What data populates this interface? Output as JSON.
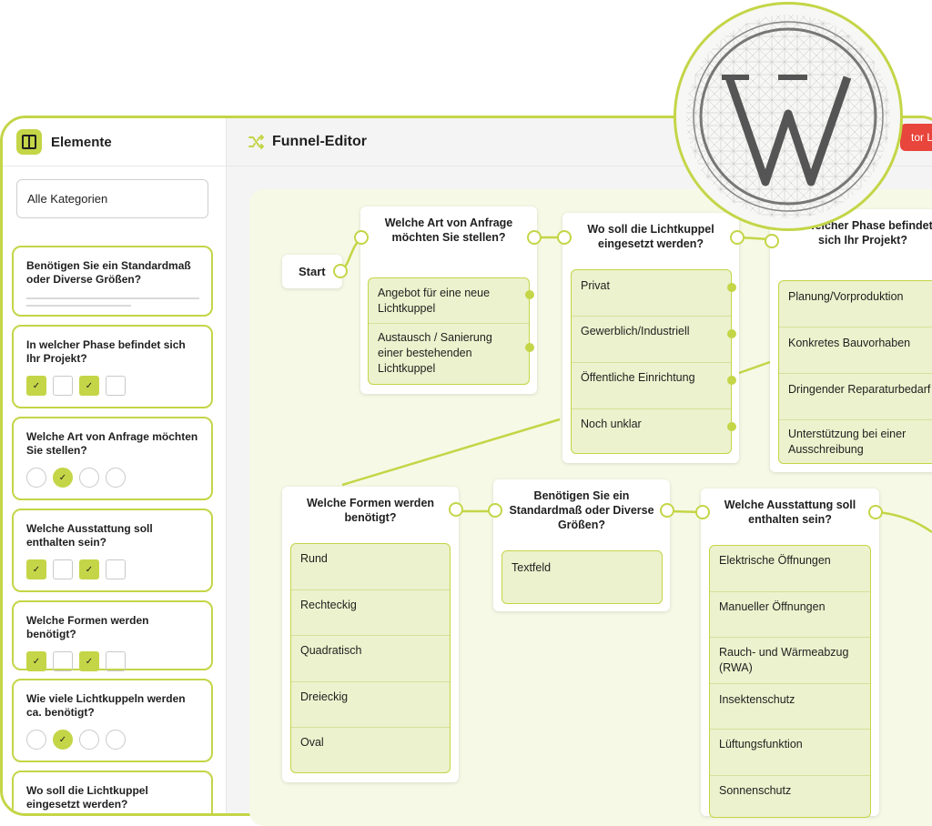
{
  "sidebar": {
    "title": "Elemente",
    "category_select": "Alle Kategorien",
    "cards": [
      {
        "title": "Benötigen Sie ein Standardmaß oder Diverse Größen?",
        "type": "text"
      },
      {
        "title": "In welcher Phase befindet sich Ihr Projekt?",
        "type": "checkbox",
        "checked": [
          true,
          false,
          true,
          false
        ]
      },
      {
        "title": "Welche Art von Anfrage möchten Sie stellen?",
        "type": "radio",
        "checked": [
          false,
          true,
          false,
          false
        ]
      },
      {
        "title": "Welche Ausstattung soll enthalten sein?",
        "type": "checkbox",
        "checked": [
          true,
          false,
          true,
          false
        ]
      },
      {
        "title": "Welche Formen werden benötigt?",
        "type": "checkbox",
        "checked": [
          true,
          false,
          true,
          false
        ]
      },
      {
        "title": "Wie viele Lichtkuppeln werden ca. benötigt?",
        "type": "radio",
        "checked": [
          false,
          true,
          false,
          false
        ]
      },
      {
        "title": "Wo soll die Lichtkuppel eingesetzt werden?",
        "type": "radio",
        "checked": [
          false,
          false,
          false,
          false
        ]
      }
    ],
    "check_glyph": "✓"
  },
  "header": {
    "title": "Funnel-Editor",
    "shuffle_icon": "shuffle-icon",
    "red_button_text": "tor L"
  },
  "nodes": {
    "start": "Start",
    "anfrage": {
      "title": "Welche Art von Anfrage möchten Sie stellen?",
      "options": [
        "Angebot für eine neue Lichtkuppel",
        "Austausch / Sanierung einer bestehenden Lichtkuppel"
      ]
    },
    "lichtkuppel": {
      "title": "Wo soll die Lichtkuppel eingesetzt werden?",
      "options": [
        "Privat",
        "Gewerblich/Industriell",
        "Öffentliche Einrichtung",
        "Noch unklar"
      ]
    },
    "phase": {
      "title": "In welcher Phase befindet sich Ihr Projekt?",
      "options": [
        "Planung/Vorproduktion",
        "Konkretes Bauvorhaben",
        "Dringender Reparaturbedarf",
        "Unterstützung bei einer Ausschreibung"
      ]
    },
    "formen": {
      "title": "Welche Formen werden benötigt?",
      "options": [
        "Rund",
        "Rechteckig",
        "Quadratisch",
        "Dreieckig",
        "Oval"
      ]
    },
    "standard": {
      "title": "Benötigen Sie ein Standardmaß oder Diverse Größen?",
      "options": [
        "Textfeld"
      ]
    },
    "ausstattung": {
      "title": "Welche Ausstattung soll enthalten sein?",
      "options": [
        "Elektrische Öffnungen",
        "Manueller Öffnungen",
        "Rauch- und Wärmeabzug (RWA)",
        "Insektenschutz",
        "Lüftungsfunktion",
        "Sonnenschutz"
      ]
    }
  },
  "colors": {
    "accent": "#c4d547",
    "option_bg": "#ecf2cd",
    "canvas_bg": "#f6f9e6",
    "red": "#e8453c"
  },
  "badge": {
    "icon": "wordpress-logo-icon"
  }
}
